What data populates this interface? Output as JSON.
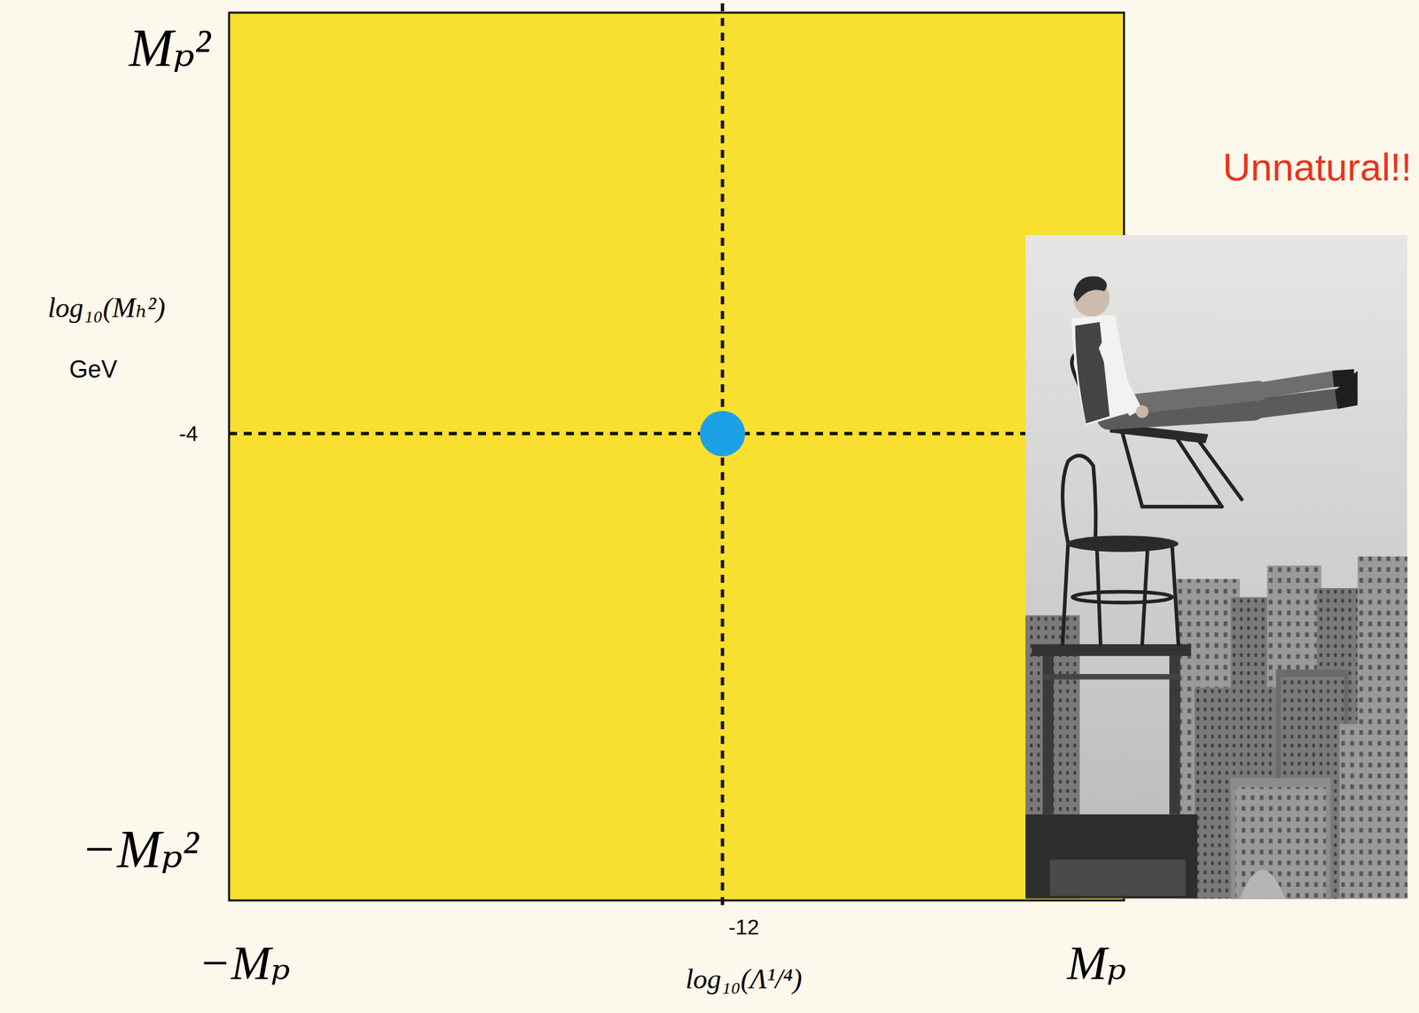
{
  "diagram": {
    "labels": [
      "Mₚ²",
      "Unnatural!!",
      "log₁₀(Mₕ²)",
      "GeV",
      "-4",
      "−Mₚ²",
      "-12",
      "−Mₚ",
      "Mₚ",
      "log₁₀(Λ¹/⁴)"
    ]
  }
}
